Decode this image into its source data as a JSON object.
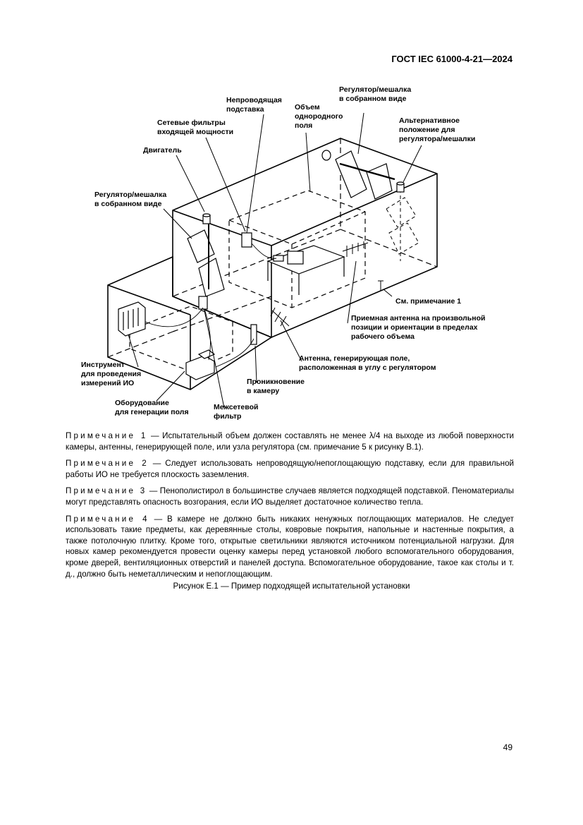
{
  "header": {
    "standard": "ГОСТ IEC 61000-4-21—2024"
  },
  "figure": {
    "labels": {
      "nonconductive_stand": [
        "Непроводящая",
        "подставка"
      ],
      "uniform_field_volume": [
        "Объем",
        "однородного",
        "поля"
      ],
      "stirrer_top": [
        "Регулятор/мешалка",
        "в собранном виде"
      ],
      "mains_filters": [
        "Сетевые фильтры",
        "входящей мощности"
      ],
      "alt_stirrer": [
        "Альтернативное",
        "положение для",
        "регулятора/мешалки"
      ],
      "motor": [
        "Двигатель"
      ],
      "stirrer_left": [
        "Регулятор/мешалка",
        "в собранном виде"
      ],
      "see_note": [
        "См. примечание 1"
      ],
      "receive_antenna": [
        "Приемная антенна на произвольной",
        "позиции и ориентации в пределах",
        "рабочего объема"
      ],
      "transmit_antenna": [
        "Антенна, генерирующая поле,",
        "расположенная в углу с регулятором"
      ],
      "instrument": [
        "Инструмент",
        "для проведения",
        "измерений ИО"
      ],
      "penetration": [
        "Проникновение",
        "в камеру"
      ],
      "field_gen": [
        "Оборудование",
        "для генерации поля"
      ],
      "interwall_filter": [
        "Межсетевой",
        "фильтр"
      ]
    }
  },
  "notes": [
    {
      "label": "Примечание 1",
      "text": " — Испытательный объем должен составлять не менее λ/4 на выходе из любой поверхности камеры, антенны, генерирующей поле, или узла регулятора (см. примечание  5 к рисунку В.1)."
    },
    {
      "label": "Примечание 2",
      "text": " — Следует использовать непроводящую/непоглощающую подставку, если для правильной работы ИО не требуется плоскость заземления."
    },
    {
      "label": "Примечание 3",
      "text": " — Пенополистирол в большинстве случаев является подходящей подставкой. Пеноматериалы могут представлять опасность возгорания, если ИО выделяет достаточное количество тепла."
    },
    {
      "label": "Примечание 4",
      "text": " — В камере не должно быть никаких ненужных поглощающих материалов. Не следует использовать такие предметы, как деревянные столы, ковровые покрытия, напольные и настенные покрытия, а также потолочную плитку. Кроме того, открытые светильники являются источником потенциальной нагрузки. Для новых камер рекомендуется провести оценку камеры перед установкой любого вспомогательного оборудования, кроме дверей, вентиляционных отверстий и панелей доступа. Вспомогательное оборудование, такое как столы и т. д., должно быть неметаллическим и непоглощающим."
    }
  ],
  "caption": "Рисунок Е.1 — Пример подходящей испытательной установки",
  "page_number": "49"
}
